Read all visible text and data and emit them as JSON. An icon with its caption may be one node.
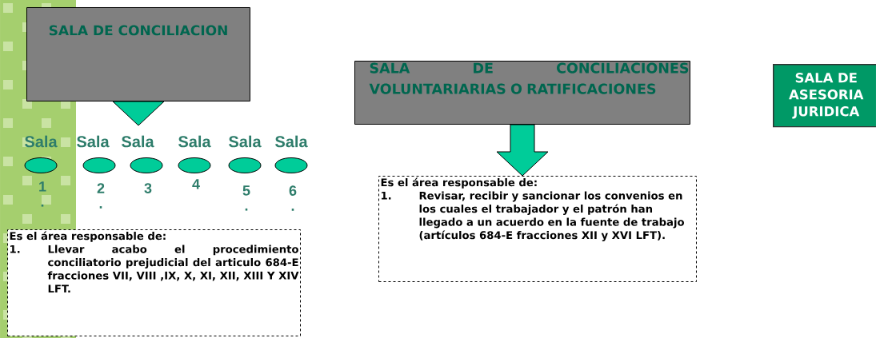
{
  "diagram": {
    "nodes": [
      {
        "text": [
          "SALA DE CONCILIACION"
        ]
      },
      {
        "text": [],
        "shape": "ellipse",
        "beside": [
          "Sala",
          "1 ."
        ]
      },
      {
        "text": [],
        "shape": "ellipse",
        "beside": [
          "Sala",
          "2 ."
        ]
      },
      {
        "text": [],
        "shape": "ellipse",
        "beside": [
          "Sala",
          "3"
        ]
      },
      {
        "text": [],
        "shape": "ellipse",
        "beside": [
          "Sala",
          "4"
        ]
      },
      {
        "text": [],
        "shape": "ellipse",
        "beside": [
          "Sala",
          "5 ."
        ]
      },
      {
        "text": [],
        "shape": "ellipse",
        "beside": [
          "Sala",
          "6 ."
        ]
      },
      {
        "text": [
          "Es el área responsable de:",
          "1.",
          "Llevar acabo el procedimiento conciliatorio prejudicial del articulo 684-E fracciones VII, VIII ,IX, X, XI, XII, XIII Y XIV LFT."
        ]
      },
      {
        "text": [
          "SALA DE CONCILIACIONES VOLUNTARIARIAS O RATIFICACIONES"
        ]
      },
      {
        "text": [
          "Es el área responsable de:",
          "1.",
          "Revisar, recibir y sancionar los convenios en los cuales el trabajador y el patrón han llegado a un acuerdo en la fuente de trabajo (artículos 684-E fracciones XII y XVI LFT)."
        ]
      },
      {
        "text": [
          "SALA DE ASESORIA JURIDICA"
        ]
      }
    ],
    "edges": [
      {
        "from": 0,
        "to": null,
        "arrow": "to"
      },
      {
        "from": 8,
        "to": 9,
        "arrow": "to"
      }
    ]
  }
}
